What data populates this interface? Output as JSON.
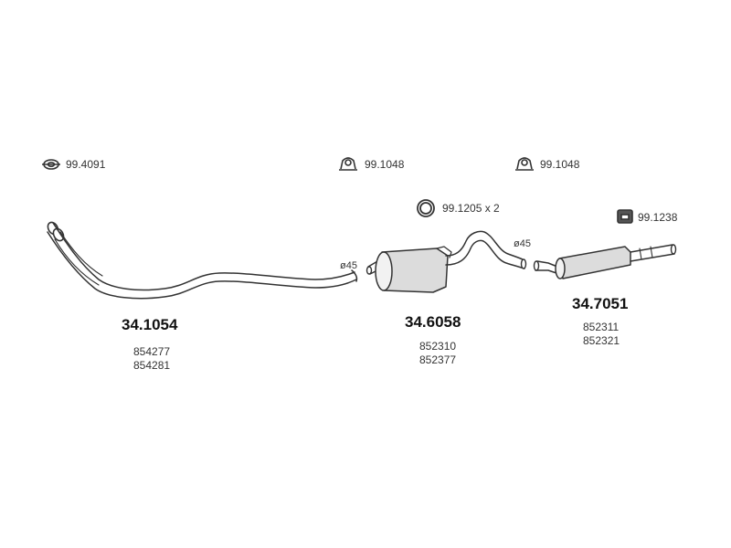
{
  "accessories": {
    "gasket": "99.4091",
    "clamp_1": "99.1048",
    "clamp_2": "99.1048",
    "ring": "99.1205 x 2",
    "hanger": "99.1238"
  },
  "parts": {
    "front_pipe": {
      "number": "34.1054",
      "oem": [
        "854277",
        "854281"
      ],
      "diameter": "ø45"
    },
    "middle_silencer": {
      "number": "34.6058",
      "oem": [
        "852310",
        "852377"
      ],
      "diameter": "ø45"
    },
    "rear_silencer": {
      "number": "34.7051",
      "oem": [
        "852311",
        "852321"
      ]
    }
  },
  "colors": {
    "line": "#333333",
    "shade": "#d8d8d8"
  }
}
